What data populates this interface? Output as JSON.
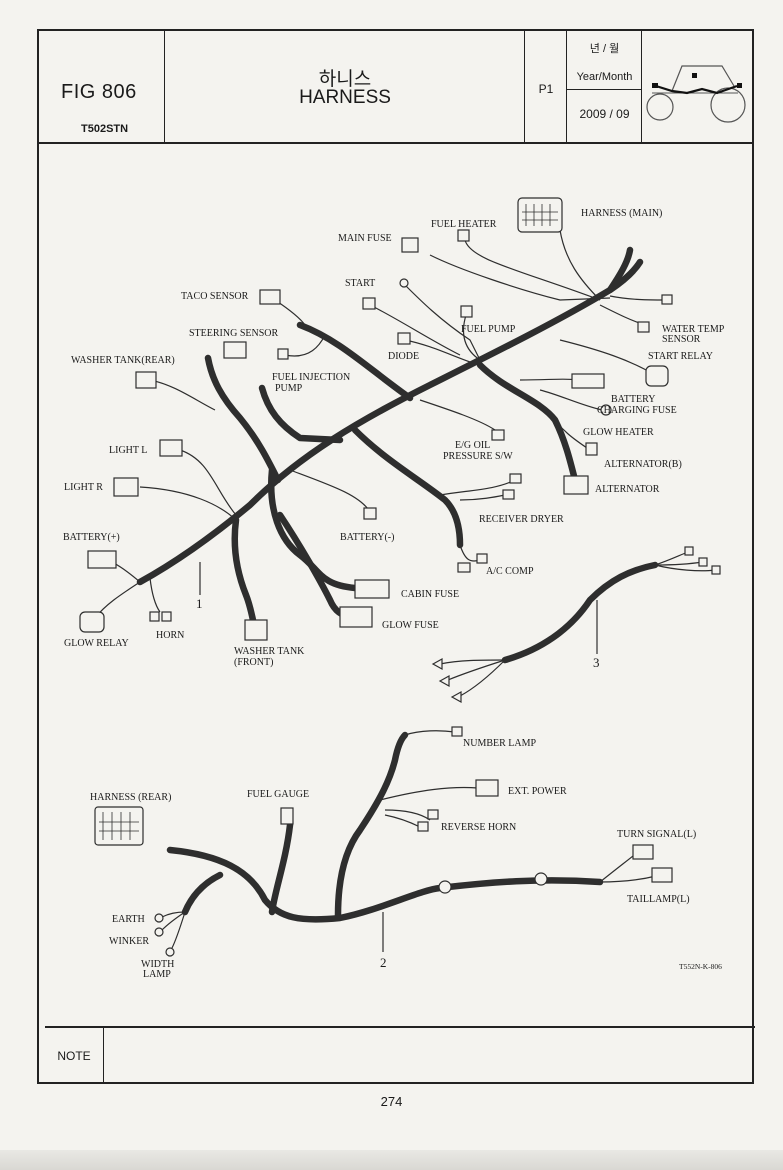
{
  "header": {
    "fig": "FIG 806",
    "model": "T502STN",
    "title_ko": "하니스",
    "title_en": "HARNESS",
    "page": "P1",
    "ym_ko": "년 / 월",
    "ym_en": "Year/Month",
    "date": "2009 / 09"
  },
  "labels": {
    "harness_main": "HARNESS (MAIN)",
    "fuel_heater": "FUEL HEATER",
    "main_fuse": "MAIN FUSE",
    "start": "START",
    "taco_sensor": "TACO SENSOR",
    "fuel_pump": "FUEL PUMP",
    "water_temp_1": "WATER TEMP",
    "water_temp_2": "SENSOR",
    "steering_sensor": "STEERING SENSOR",
    "diode": "DIODE",
    "start_relay": "START RELAY",
    "washer_tank_rear": "WASHER TANK(REAR)",
    "fuel_injection_1": "FUEL INJECTION",
    "fuel_injection_2": "PUMP",
    "battery_charging_1": "BATTERY",
    "battery_charging_2": "CHARGING FUSE",
    "glow_heater": "GLOW HEATER",
    "light_l": "LIGHT L",
    "eg_oil_1": "E/G OIL",
    "eg_oil_2": "PRESSURE S/W",
    "alternator_b": "ALTERNATOR(B)",
    "light_r": "LIGHT R",
    "alternator": "ALTERNATOR",
    "receiver_dryer": "RECEIVER DRYER",
    "battery_minus": "BATTERY(-)",
    "battery_plus": "BATTERY(+)",
    "ac_comp": "A/C COMP",
    "cabin_fuse": "CABIN FUSE",
    "glow_fuse": "GLOW FUSE",
    "glow_relay": "GLOW RELAY",
    "horn": "HORN",
    "washer_tank_front_1": "WASHER TANK",
    "washer_tank_front_2": "(FRONT)",
    "number_lamp": "NUMBER LAMP",
    "harness_rear": "HARNESS (REAR)",
    "fuel_gauge": "FUEL GAUGE",
    "ext_power": "EXT. POWER",
    "reverse_horn": "REVERSE HORN",
    "turn_signal": "TURN SIGNAL(L)",
    "earth": "EARTH",
    "winker": "WINKER",
    "width_lamp_1": "WIDTH",
    "width_lamp_2": "LAMP",
    "taillamp": "TAILLAMP(L)",
    "drawing_code": "T552N-K-806"
  },
  "callouts": {
    "one": "1",
    "two": "2",
    "three": "3"
  },
  "note": {
    "label": "NOTE"
  },
  "footer": {
    "page_number": "274"
  }
}
